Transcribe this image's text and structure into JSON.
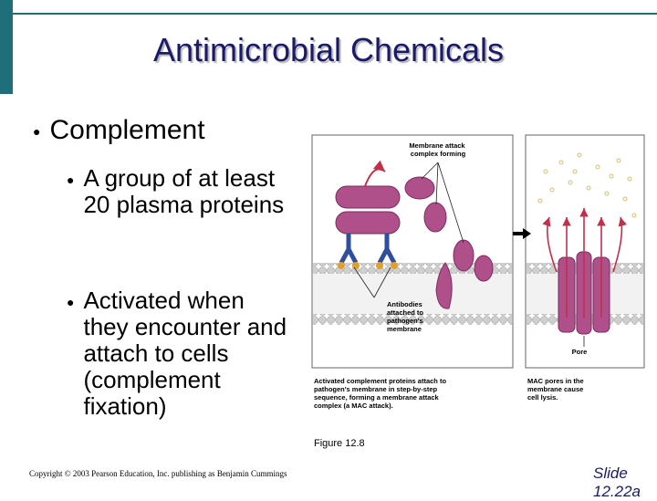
{
  "slide": {
    "title": "Antimicrobial Chemicals",
    "bullet_main": "Complement",
    "sub_bullets": [
      {
        "text": "A group of at least 20 plasma proteins"
      },
      {
        "text": "Activated when they encounter and attach to cells (complement fixation)"
      }
    ],
    "figure_caption": "Figure 12.8",
    "copyright": "Copyright © 2003 Pearson Education, Inc. publishing as Benjamin Cummings",
    "slide_label": "Slide 12.22a"
  },
  "figure": {
    "label_mac": [
      "Membrane attack",
      "complex forming"
    ],
    "label_antibodies": [
      "Antibodies",
      "attached to",
      "pathogen's",
      "membrane"
    ],
    "label_pore": "Pore",
    "caption_left": [
      "Activated complement proteins attach to",
      "pathogen's membrane in step-by-step",
      "sequence, forming a membrane attack",
      "complex (a MAC attack)."
    ],
    "caption_right": [
      "MAC pores in the",
      "membrane cause",
      "cell lysis."
    ]
  },
  "colors": {
    "title": "#1a1a66",
    "accent_bar": "#1f6f7a",
    "complement_protein": "#b0508a",
    "antibody": "#2e4f9e",
    "arrow": "#c0304a"
  }
}
